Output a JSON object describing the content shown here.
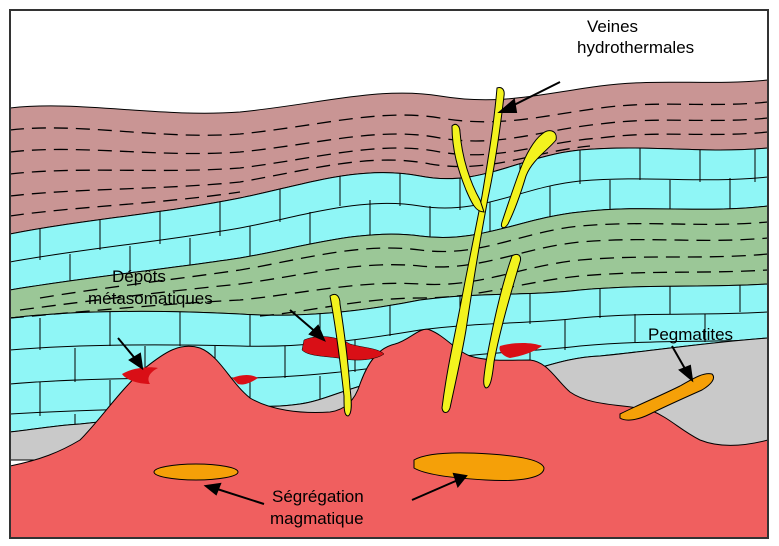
{
  "labels": {
    "veins_line1": "Veines",
    "veins_line2": "hydrothermales",
    "metasomatic_line1": "Dépôts",
    "metasomatic_line2": "métasomatiques",
    "pegmatites": "Pegmatites",
    "segregation_line1": "Ségrégation",
    "segregation_line2": "magmatique"
  },
  "colors": {
    "background": "#ffffff",
    "shale_top": "#c99594",
    "limestone": "#8ff6f6",
    "shale_middle": "#9bc797",
    "gray_layer": "#c9c9c9",
    "magma": "#f05f5f",
    "metasomatic_deposit": "#d90f16",
    "hydrothermal_vein": "#f3f31e",
    "pegmatite_and_segregation": "#f5a008",
    "frame": "#333333"
  }
}
